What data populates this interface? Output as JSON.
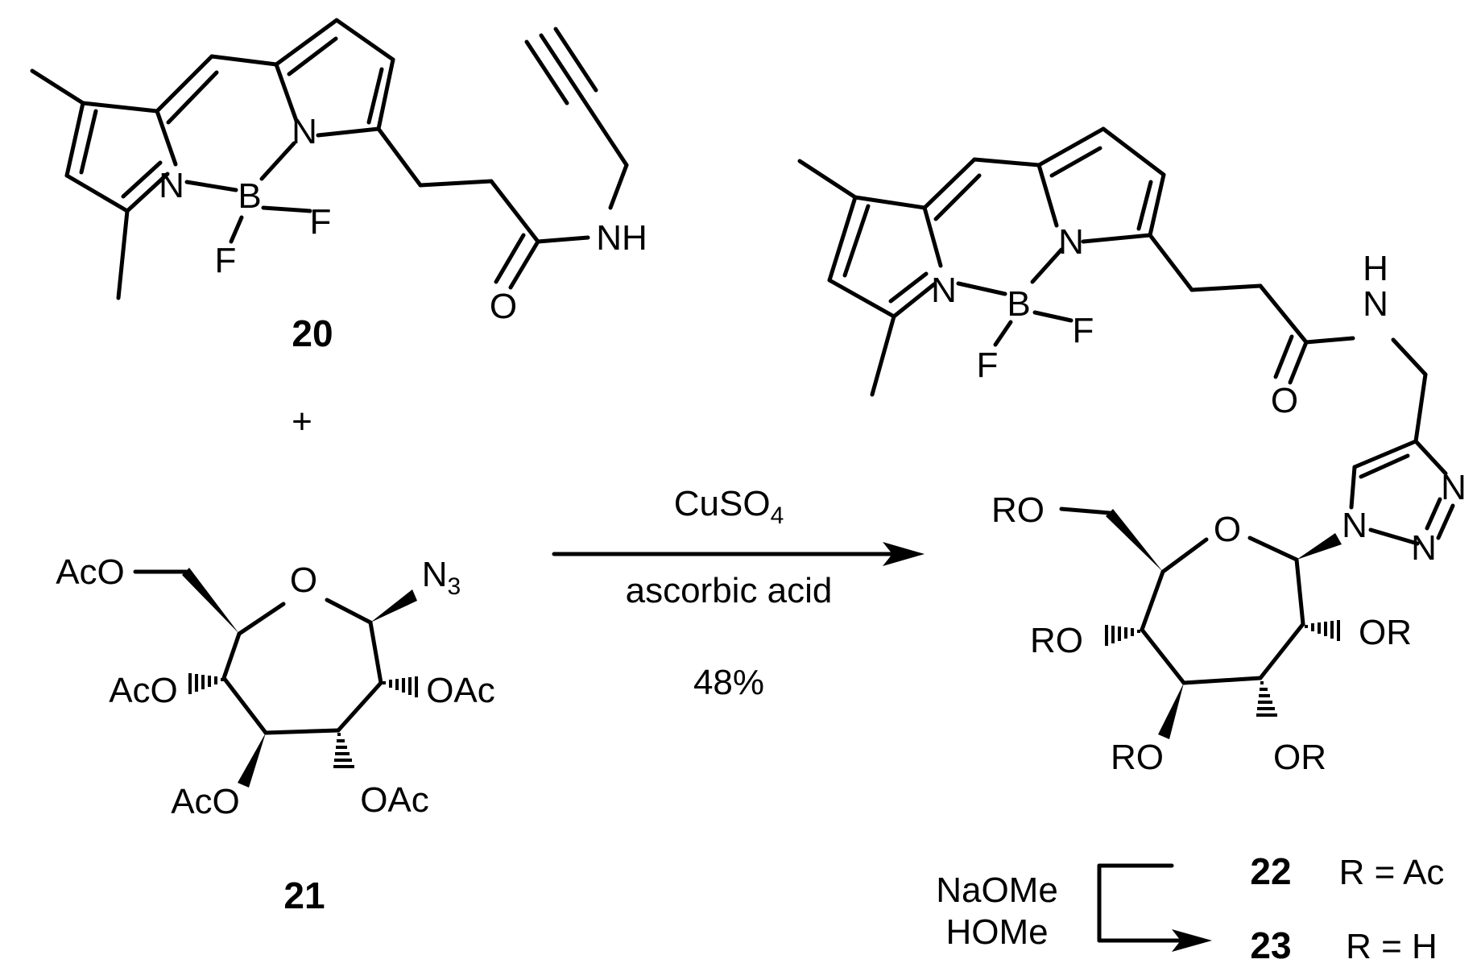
{
  "compounds": {
    "c20": {
      "label": "20"
    },
    "c21": {
      "label": "21"
    },
    "c22": {
      "label": "22",
      "r_def": "R = Ac"
    },
    "c23": {
      "label": "23",
      "r_def": "R = H"
    }
  },
  "plus": "+",
  "reaction": {
    "reagent1": "CuSO",
    "reagent1_sub": "4",
    "reagent2": "ascorbic acid",
    "yield": "48%"
  },
  "deprotection": {
    "reagent1": "NaOMe",
    "reagent2": "HOMe"
  },
  "atoms": {
    "N": "N",
    "B": "B",
    "F": "F",
    "NH": "NH",
    "H": "H",
    "O": "O",
    "N3": "N",
    "N3_sub": "3",
    "AcO": "AcO",
    "OAc": "OAc",
    "RO": "RO",
    "OR": "OR"
  }
}
